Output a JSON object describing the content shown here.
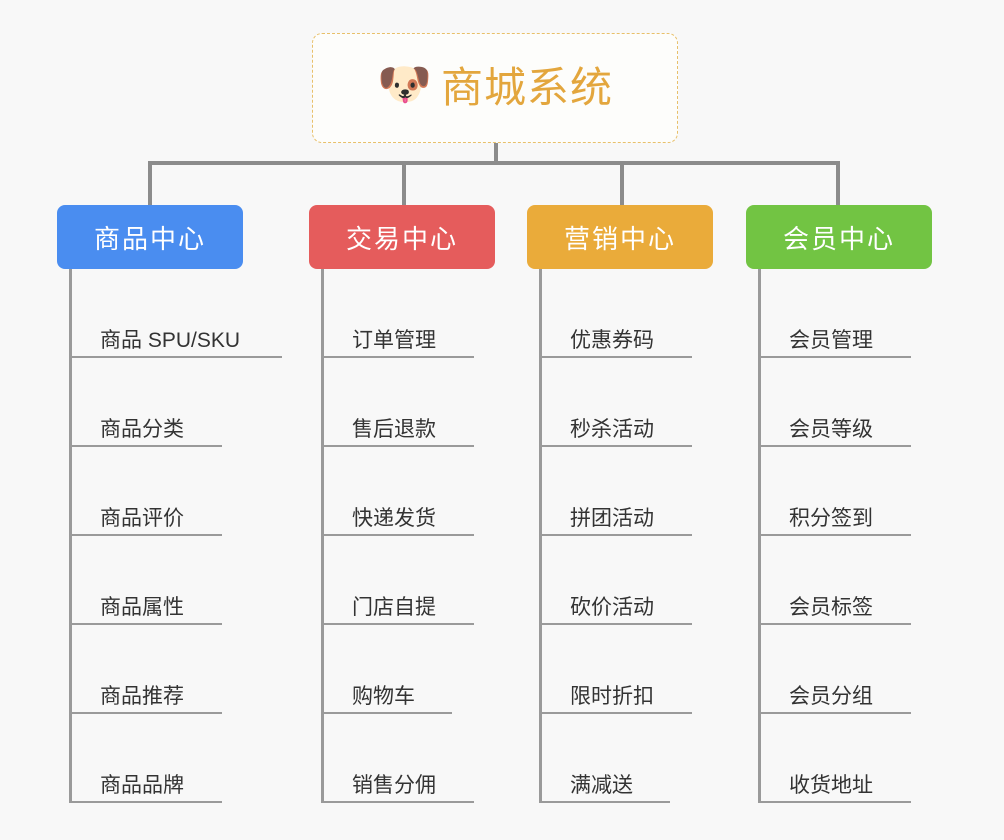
{
  "page": {
    "background_color": "#f8f8f8",
    "title": "商城系统"
  },
  "root": {
    "icon": "dog-face-emoji",
    "icon_glyph": "🐶",
    "label": "商城系统",
    "text_color": "#e3a63d",
    "border_color": "#e8c06a",
    "background_color": "#fdfdfb"
  },
  "connector_color": "#8c8c8c",
  "branches": [
    {
      "id": "product-center",
      "label": "商品中心",
      "color": "#4a8df0",
      "items": [
        {
          "label": "商品 SPU/SKU",
          "rule_width": 210
        },
        {
          "label": "商品分类",
          "rule_width": 150
        },
        {
          "label": "商品评价",
          "rule_width": 150
        },
        {
          "label": "商品属性",
          "rule_width": 150
        },
        {
          "label": "商品推荐",
          "rule_width": 150
        },
        {
          "label": "商品品牌",
          "rule_width": 150
        }
      ]
    },
    {
      "id": "trade-center",
      "label": "交易中心",
      "color": "#e55c5c",
      "items": [
        {
          "label": "订单管理",
          "rule_width": 150
        },
        {
          "label": "售后退款",
          "rule_width": 150
        },
        {
          "label": "快递发货",
          "rule_width": 150
        },
        {
          "label": "门店自提",
          "rule_width": 150
        },
        {
          "label": "购物车",
          "rule_width": 128
        },
        {
          "label": "销售分佣",
          "rule_width": 150
        }
      ]
    },
    {
      "id": "marketing-center",
      "label": "营销中心",
      "color": "#eaab3a",
      "items": [
        {
          "label": "优惠券码",
          "rule_width": 150
        },
        {
          "label": "秒杀活动",
          "rule_width": 150
        },
        {
          "label": "拼团活动",
          "rule_width": 150
        },
        {
          "label": "砍价活动",
          "rule_width": 150
        },
        {
          "label": "限时折扣",
          "rule_width": 150
        },
        {
          "label": "满减送",
          "rule_width": 128
        }
      ]
    },
    {
      "id": "member-center",
      "label": "会员中心",
      "color": "#72c443",
      "items": [
        {
          "label": "会员管理",
          "rule_width": 150
        },
        {
          "label": "会员等级",
          "rule_width": 150
        },
        {
          "label": "积分签到",
          "rule_width": 150
        },
        {
          "label": "会员标签",
          "rule_width": 150
        },
        {
          "label": "会员分组",
          "rule_width": 150
        },
        {
          "label": "收货地址",
          "rule_width": 150
        }
      ]
    }
  ],
  "layout": {
    "column_left_positions": [
      57,
      309,
      527,
      746
    ],
    "drop_left_positions": [
      148,
      402,
      620,
      836
    ]
  }
}
